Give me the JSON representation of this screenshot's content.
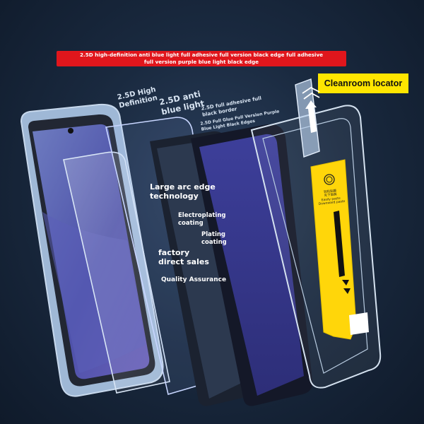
{
  "banner": {
    "line1": "2.5D high-definition anti blue light full adhesive full version black edge full adhesive",
    "line2": "full version purple blue light black edge"
  },
  "badge": {
    "label": "Cleanroom locator"
  },
  "layers": {
    "hd": "2.5D High\nDefinition",
    "anti_blue": "2.5D anti\nblue light",
    "full_adhesive": "2.5D full adhesive full\nblack border",
    "full_glue_purple": "2.5D Full Glue Full Version Purple\nBlue Light Black Edges"
  },
  "features": {
    "arc_edge": "Large arc edge\ntechnology",
    "electroplating": "Electroplating\ncoating",
    "plating": "Plating\ncoating",
    "factory": "factory\ndirect sales",
    "quality": "Quality Assurance"
  },
  "tool": {
    "sticker_cn": "轻松贴膜\n先下后撕",
    "sticker_en": "Easily paste\nDownward paste"
  },
  "colors": {
    "banner": "#e0161c",
    "badge": "#ffe600",
    "background": "#1a2a40",
    "phone_frame": "#a9c3df",
    "screen": "#4e55a8",
    "purple_film": "#3a3a8e"
  },
  "icons": [
    "phone-notch-icon",
    "up-arrow-icon",
    "fingerprint-icon",
    "down-triangle-icon"
  ]
}
